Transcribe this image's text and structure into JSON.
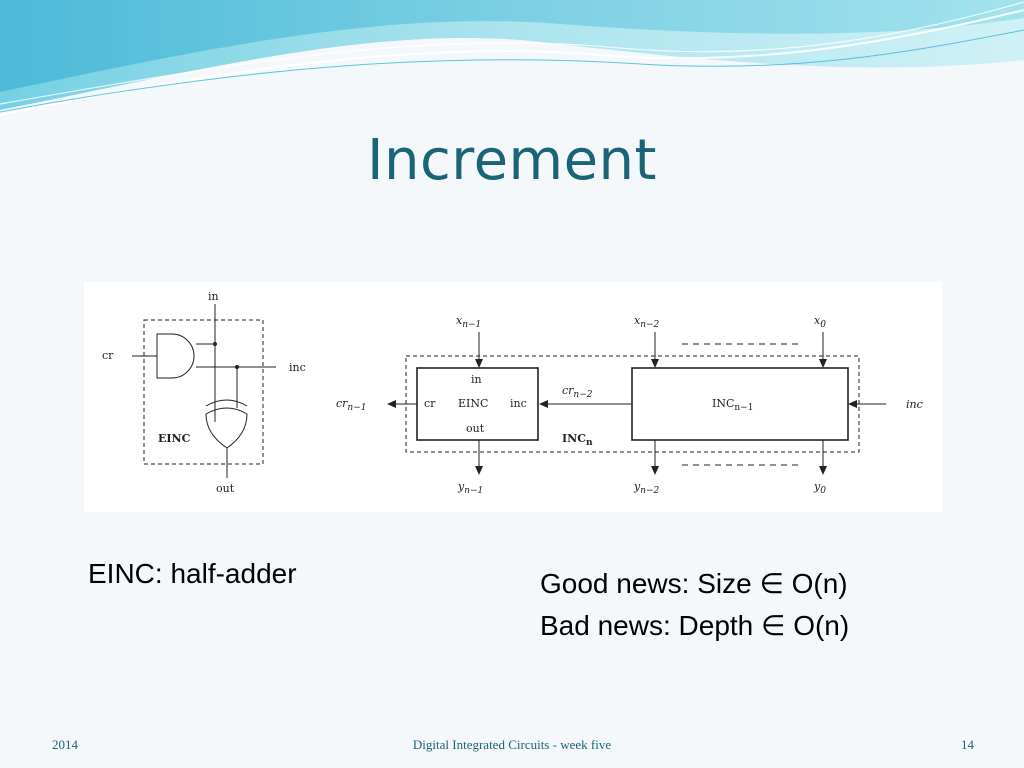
{
  "slide": {
    "title": "Increment",
    "caption_left": "EINC: half-adder",
    "good_news": "Good news: Size ∈ O(n)",
    "bad_news": "Bad news: Depth ∈ O(n)"
  },
  "footer": {
    "year": "2014",
    "course": "Digital Integrated Circuits - week five",
    "page": "14"
  },
  "figure": {
    "einc": {
      "in": "in",
      "cr": "cr",
      "inc": "inc",
      "out": "out",
      "name": "EINC"
    },
    "incn": {
      "x_top_left_base": "x",
      "x_top_left_sub": "n−1",
      "x_top_mid_base": "x",
      "x_top_mid_sub": "n−2",
      "x_top_right_base": "x",
      "x_top_right_sub": "0",
      "cr_out_base": "cr",
      "cr_out_sub": "n−1",
      "box_cr": "cr",
      "box_in": "in",
      "box_name": "EINC",
      "box_inc": "inc",
      "box_out": "out",
      "cr_mid_base": "cr",
      "cr_mid_sub": "n−2",
      "inc_block_base": "INC",
      "inc_block_sub": "n−1",
      "incn_base": "INC",
      "incn_sub": "n",
      "inc_in": "inc",
      "y_left_base": "y",
      "y_left_sub": "n−1",
      "y_mid_base": "y",
      "y_mid_sub": "n−2",
      "y_right_base": "y",
      "y_right_sub": "0"
    }
  }
}
